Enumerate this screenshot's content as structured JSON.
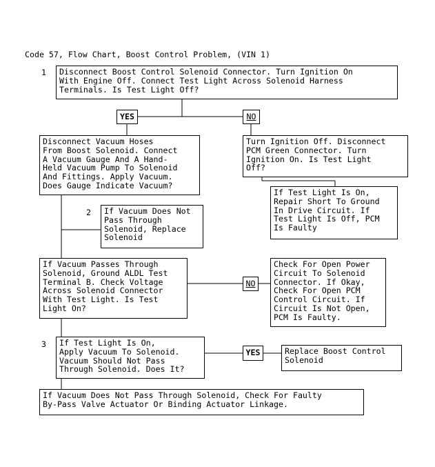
{
  "title": "Code 57, Flow Chart, Boost Control Problem, (VIN 1)",
  "steps": {
    "s1": "1",
    "s2": "2",
    "s3": "3"
  },
  "boxes": {
    "b1": "Disconnect Boost Control Solenoid Connector. Turn Ignition On\nWith Engine Off. Connect Test Light Across Solenoid Harness\nTerminals. Is Test Light Off?",
    "b2": "Disconnect Vacuum Hoses\nFrom Boost Solenoid. Connect\nA Vacuum Gauge And A Hand-\nHeld Vacuum Pump To Solenoid\nAnd Fittings. Apply Vacuum.\nDoes Gauge Indicate Vacuum?",
    "b3": "Turn Ignition Off. Disconnect\nPCM Green Connector. Turn\nIgnition On. Is Test Light\nOff?",
    "b4": "If Test Light Is On,\nRepair Short To Ground\nIn Drive Circuit. If\nTest Light Is Off, PCM\nIs Faulty",
    "b5": "If Vacuum Does Not\nPass Through\nSolenoid, Replace\nSolenoid",
    "b6": "If Vacuum Passes Through\nSolenoid, Ground ALDL Test\nTerminal B. Check Voltage\nAcross Solenoid Connector\nWith Test Light. Is Test\nLight On?",
    "b7": "Check For Open Power\nCircuit To Solenoid\nConnector. If Okay,\nCheck For Open PCM\nControl Circuit. If\nCircuit Is Not Open,\nPCM Is Faulty.",
    "b8": "If Test Light Is On,\nApply Vacuum To Solenoid.\nVacuum Should Not Pass\nThrough Solenoid. Does It?",
    "b9": "Replace Boost Control\nSolenoid",
    "b10": "If Vacuum Does Not Pass Through Solenoid, Check For Faulty\nBy-Pass Valve Actuator Or Binding Actuator Linkage."
  },
  "labels": {
    "yes1": "YES",
    "no1": "NO",
    "no2": "NO",
    "yes2": "YES"
  }
}
